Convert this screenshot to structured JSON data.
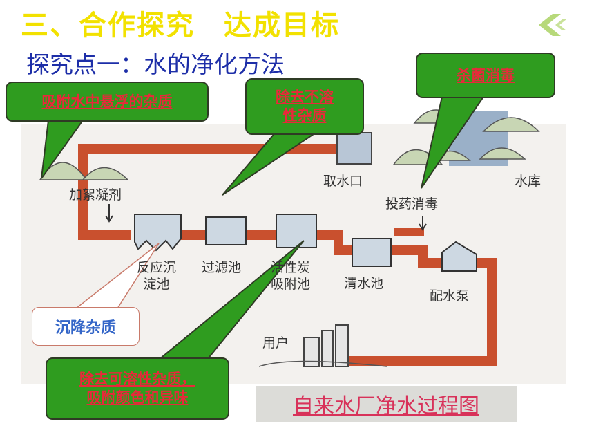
{
  "header": {
    "title": "三、合作探究　达成目标",
    "subtitle": "探究点一：水的净化方法"
  },
  "callouts": {
    "adsorb_suspended": "吸附水中悬浮的杂质",
    "remove_insoluble_line1": "除去不溶",
    "remove_insoluble_line2": "性杂质",
    "sterilize": "杀菌消毒",
    "remove_soluble_line1": "除去可溶性杂质，",
    "remove_soluble_line2": "吸附颜色和异味",
    "sediment": "沉降杂质"
  },
  "diagram_labels": {
    "coagulant": "加絮凝剂",
    "water_intake": "取水口",
    "reservoir": "水库",
    "disinfectant": "投药消毒",
    "sedimentation_line1": "反应沉",
    "sedimentation_line2": "淀池",
    "filter": "过滤池",
    "carbon_line1": "活性炭",
    "carbon_line2": "吸附池",
    "clear_water": "清水池",
    "pump": "配水泵",
    "users": "用户"
  },
  "caption": "自来水厂净水过程图",
  "colors": {
    "title": "#f2e100",
    "subtitle": "#1d2ea8",
    "callout_bg": "#2f9c1f",
    "callout_text": "#e8293a",
    "pipe": "#c9502e"
  },
  "icons": {
    "back": "chevron-left-icon"
  }
}
